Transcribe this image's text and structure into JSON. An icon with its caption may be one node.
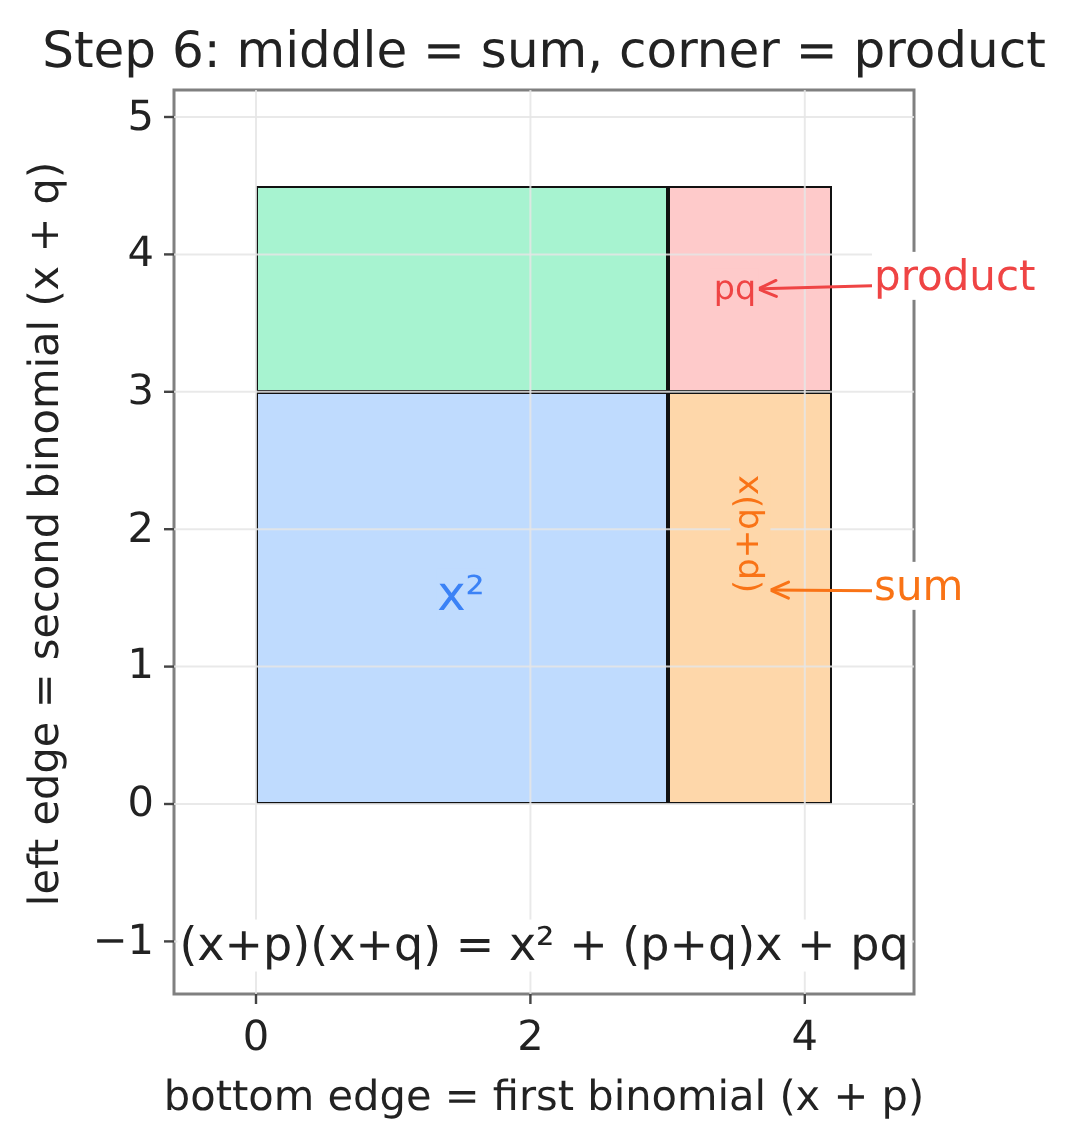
{
  "diagram": {
    "title": "Step 6: middle = sum, corner = product",
    "nodes": [
      {
        "text": [],
        "shape": "box"
      },
      {
        "text": [],
        "shape": "box"
      },
      {
        "text": [
          "pq"
        ],
        "in": 1
      },
      {
        "text": [
          "product"
        ]
      },
      {
        "text": [
          "x²"
        ]
      },
      {
        "text": [],
        "shape": "box"
      },
      {
        "text": [
          "(p+q)x"
        ],
        "in": 5
      },
      {
        "text": [
          "sum"
        ]
      }
    ],
    "edges": [
      {
        "from": 3,
        "to": 2,
        "arrow": "to",
        "color": "#ef4444"
      },
      {
        "from": 7,
        "to": 6,
        "arrow": "to",
        "color": "#f97316"
      }
    ],
    "labels": [
      "left edge = second binomial (x + q)",
      "5",
      "4",
      "3",
      "2",
      "1",
      "0",
      "−1",
      "(x+p)(x+q) = x² + (p+q)x + pq",
      "0",
      "2",
      "4",
      "bottom edge = first binomial (x + p)"
    ]
  }
}
